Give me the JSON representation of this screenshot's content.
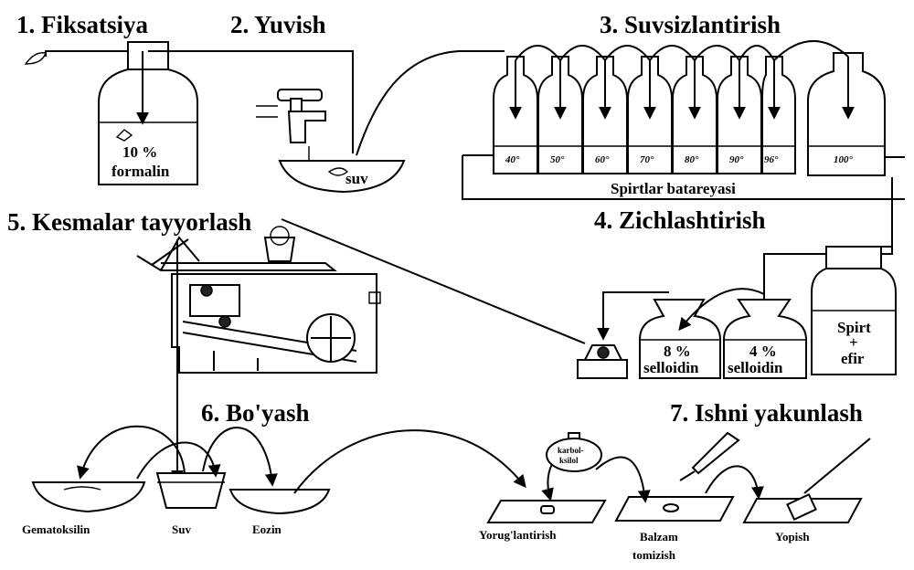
{
  "steps": {
    "s1": "1. Fiksatsiya",
    "s2": "2. Yuvish",
    "s3": "3. Suvsizlantirish",
    "s4": "4. Zichlashtirish",
    "s5": "5. Kesmalar tayyorlash",
    "s6": "6. Bo'yash",
    "s7": "7. Ishni yakunlash"
  },
  "fixation": {
    "percent": "10 %",
    "liquid": "formalin"
  },
  "washing": {
    "bowl_label": "suv"
  },
  "dehydration": {
    "bottles": [
      "40°",
      "50°",
      "60°",
      "70°",
      "80°",
      "90°",
      "96°",
      "100°"
    ],
    "battery_label": "Spirtlar batareyasi"
  },
  "embedding": {
    "jar1_pct": "8 %",
    "jar1_name": "selloidin",
    "jar2_pct": "4 %",
    "jar2_name": "selloidin",
    "bottle_line1": "Spirt",
    "bottle_line2": "+",
    "bottle_line3": "efir"
  },
  "staining": {
    "dish1": "Gematoksilin",
    "dish2": "Suv",
    "dish3": "Eozin"
  },
  "finishing": {
    "flask_line1": "karbol-",
    "flask_line2": "ksilol",
    "slide1": "Yorug'lantirish",
    "slide2_line1": "Balzam",
    "slide2_line2": "tomizish",
    "slide3": "Yopish"
  }
}
